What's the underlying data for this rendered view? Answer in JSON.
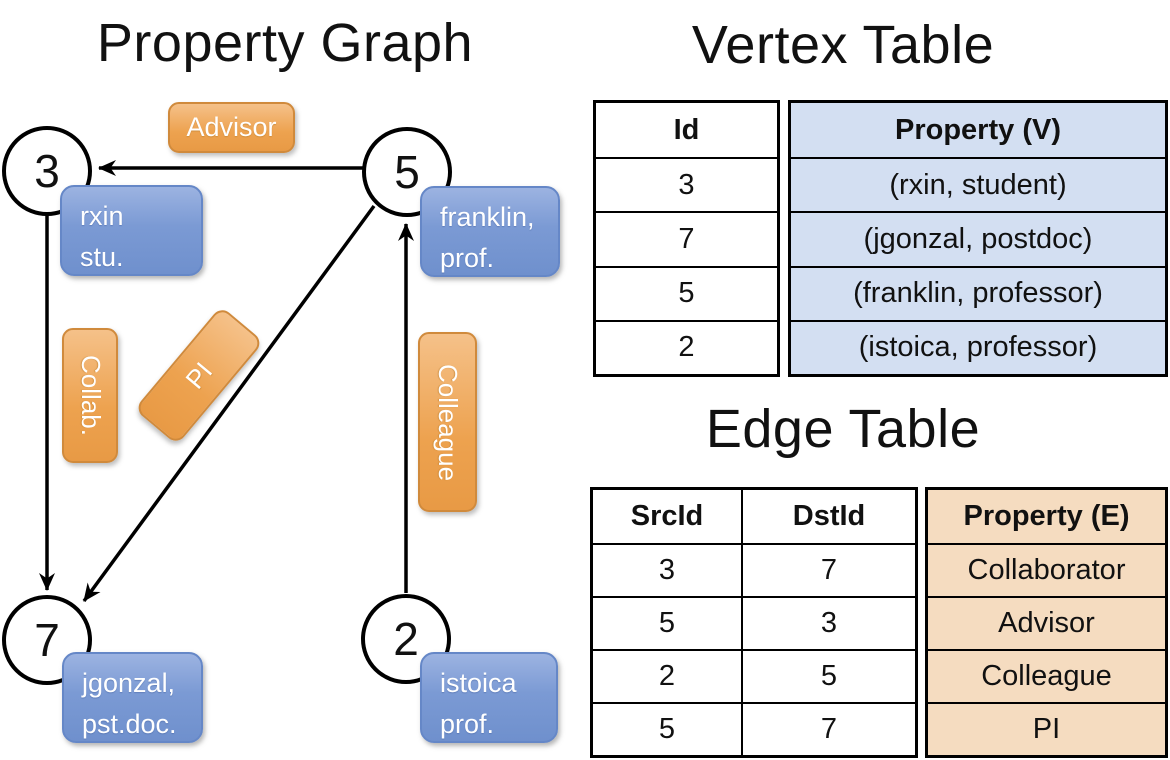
{
  "graph": {
    "title": "Property Graph",
    "nodes": [
      {
        "id": "3",
        "label_line1": "rxin",
        "label_line2": "stu."
      },
      {
        "id": "5",
        "label_line1": "franklin,",
        "label_line2": "prof."
      },
      {
        "id": "7",
        "label_line1": "jgonzal,",
        "label_line2": "pst.doc."
      },
      {
        "id": "2",
        "label_line1": "istoica",
        "label_line2": "prof."
      }
    ],
    "edges": [
      {
        "label": "Advisor",
        "from": "5",
        "to": "3"
      },
      {
        "label": "Collab.",
        "from": "3",
        "to": "7"
      },
      {
        "label": "PI",
        "from": "5",
        "to": "7"
      },
      {
        "label": "Colleague",
        "from": "2",
        "to": "5"
      }
    ]
  },
  "vertex_table": {
    "title": "Vertex Table",
    "id_header": "Id",
    "property_header": "Property (V)",
    "rows": [
      {
        "id": "3",
        "property": "(rxin, student)"
      },
      {
        "id": "7",
        "property": "(jgonzal, postdoc)"
      },
      {
        "id": "5",
        "property": "(franklin, professor)"
      },
      {
        "id": "2",
        "property": "(istoica, professor)"
      }
    ]
  },
  "edge_table": {
    "title": "Edge Table",
    "src_header": "SrcId",
    "dst_header": "DstId",
    "property_header": "Property (E)",
    "rows": [
      {
        "src": "3",
        "dst": "7",
        "property": "Collaborator"
      },
      {
        "src": "5",
        "dst": "3",
        "property": "Advisor"
      },
      {
        "src": "2",
        "dst": "5",
        "property": "Colleague"
      },
      {
        "src": "5",
        "dst": "7",
        "property": "PI"
      }
    ]
  },
  "colors": {
    "edge_label_orange": "#eda24f",
    "vertex_box_blue": "#7b9ad4",
    "vertex_table_fill": "#d3dff2",
    "edge_table_fill": "#f5dcc0",
    "line_black": "#000000"
  }
}
